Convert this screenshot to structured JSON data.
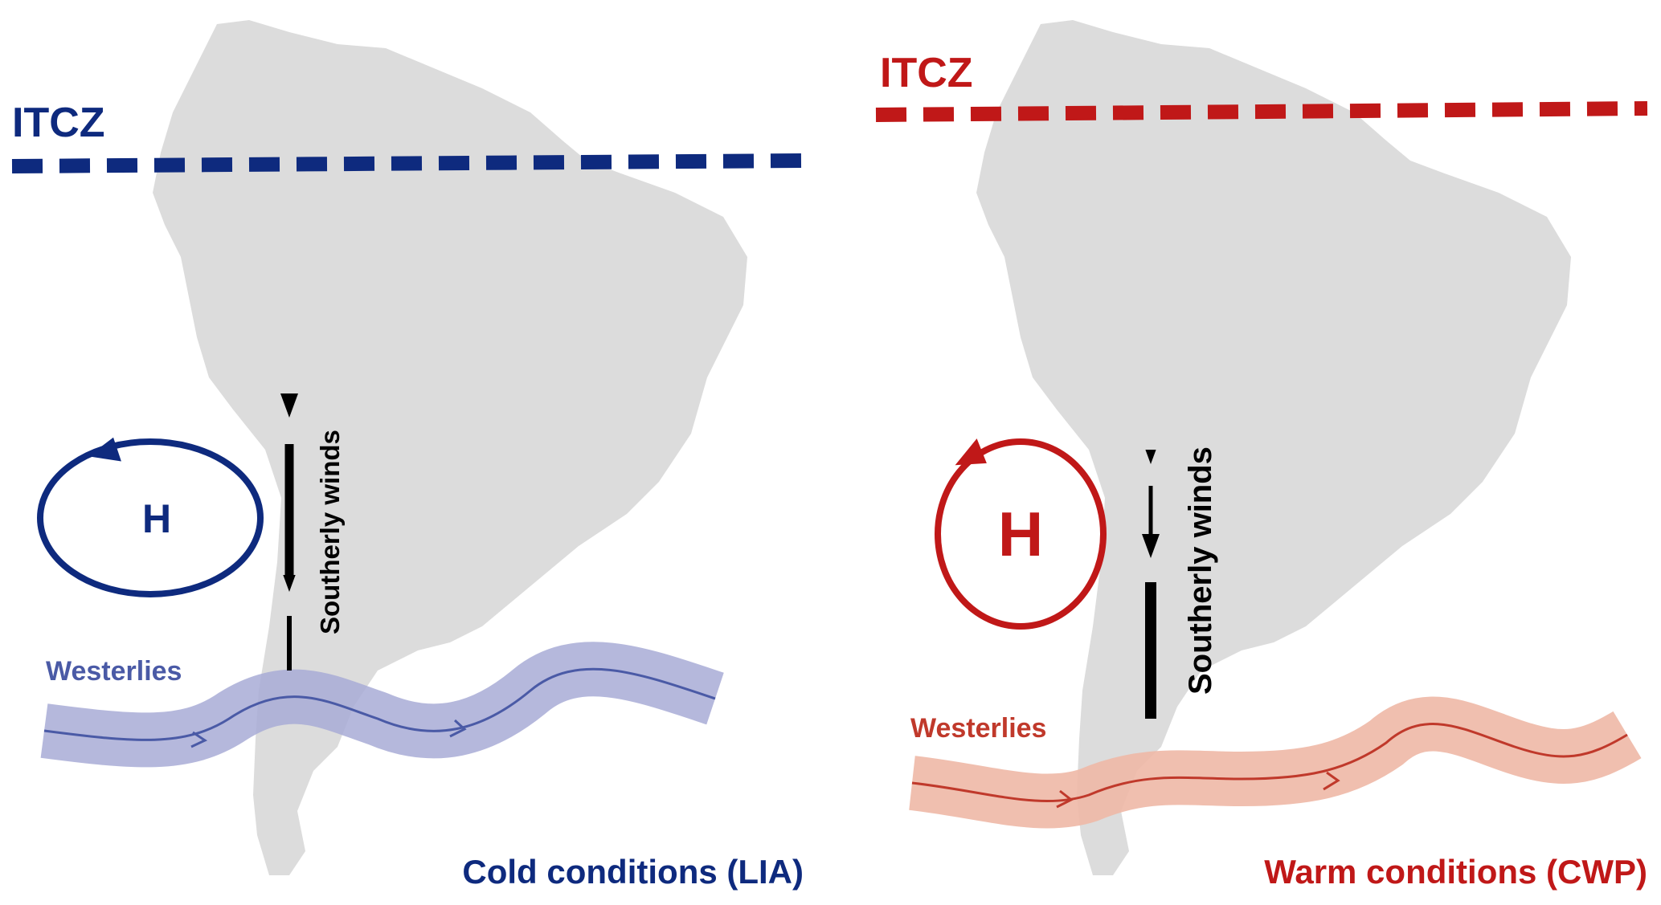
{
  "panels": [
    {
      "itcz_label": "ITCZ",
      "high_label": "H",
      "winds_label": "Southerly winds",
      "westerlies_label": "Westerlies",
      "condition_label": "Cold conditions (LIA)",
      "colors": {
        "itcz": "#0e2a7e",
        "high": "#0e2a7e",
        "westerlies_band": "#a8abd6",
        "westerlies_line": "#4a5aa6",
        "westerlies_text": "#4a5aa6",
        "condition": "#0e2a7e"
      }
    },
    {
      "itcz_label": "ITCZ",
      "high_label": "H",
      "winds_label": "Southerly winds",
      "westerlies_label": "Westerlies",
      "condition_label": "Warm conditions (CWP)",
      "colors": {
        "itcz": "#c01818",
        "high": "#c01818",
        "westerlies_band": "#eeb8a6",
        "westerlies_line": "#c0392b",
        "westerlies_text": "#c0392b",
        "condition": "#c01818"
      }
    }
  ],
  "map_color": "#dcdcdc",
  "arrow_color": "#000000"
}
